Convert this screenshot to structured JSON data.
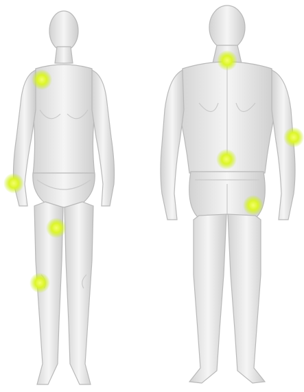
{
  "figures": [
    {
      "id": "front",
      "view": "front"
    },
    {
      "id": "back",
      "view": "back"
    }
  ],
  "markers": [
    {
      "figure": "front",
      "region": "left-shoulder"
    },
    {
      "figure": "front",
      "region": "right-wrist"
    },
    {
      "figure": "front",
      "region": "left-thigh"
    },
    {
      "figure": "front",
      "region": "right-knee"
    },
    {
      "figure": "back",
      "region": "neck"
    },
    {
      "figure": "back",
      "region": "lower-back"
    },
    {
      "figure": "back",
      "region": "left-elbow"
    },
    {
      "figure": "back",
      "region": "right-hip"
    }
  ],
  "colors": {
    "marker_core": "#e8ff33",
    "marker_glow": "#c6ea1a",
    "skin_light": "#f4f4f4",
    "skin_dark": "#cfcfcf"
  }
}
